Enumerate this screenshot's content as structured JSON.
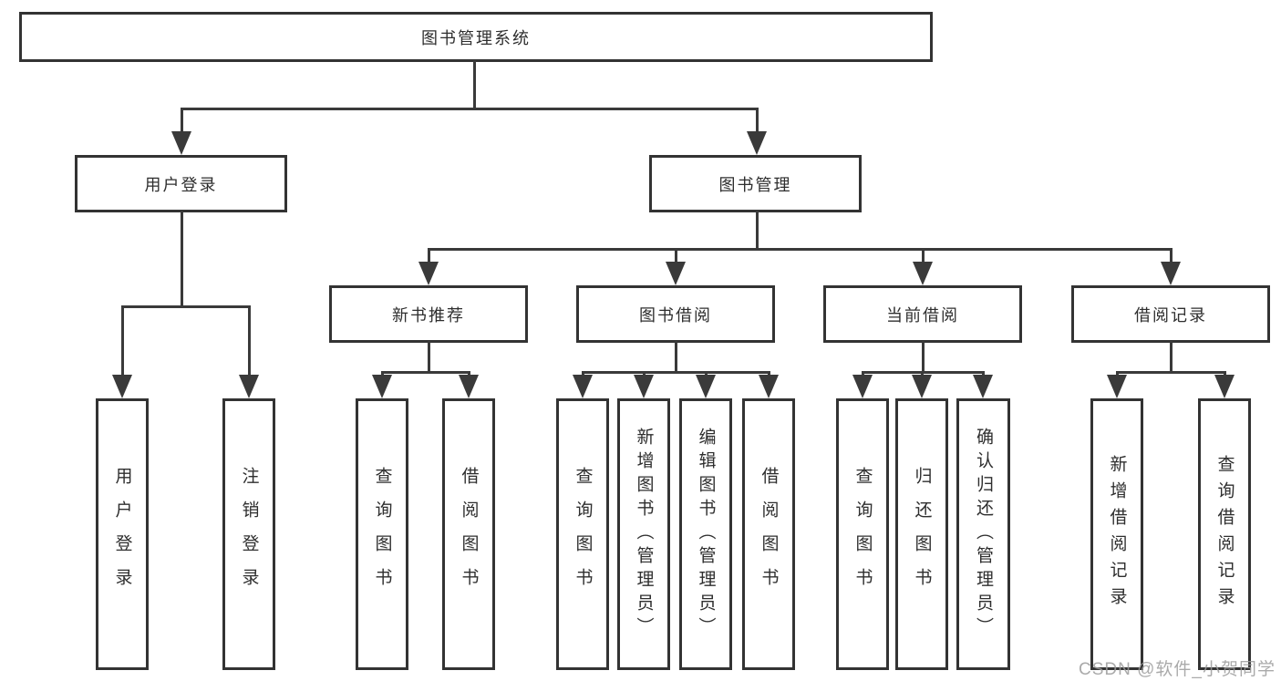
{
  "tree": {
    "root": {
      "label": "图书管理系统"
    },
    "user_login": {
      "label": "用户登录",
      "children": [
        {
          "label": "用户登录"
        },
        {
          "label": "注销登录"
        }
      ]
    },
    "book_management": {
      "label": "图书管理",
      "groups": [
        {
          "label": "新书推荐",
          "children": [
            {
              "label": "查询图书"
            },
            {
              "label": "借阅图书"
            }
          ]
        },
        {
          "label": "图书借阅",
          "children": [
            {
              "label": "查询图书"
            },
            {
              "label": "新增图书（管理员）"
            },
            {
              "label": "编辑图书（管理员）"
            },
            {
              "label": "借阅图书"
            }
          ]
        },
        {
          "label": "当前借阅",
          "children": [
            {
              "label": "查询图书"
            },
            {
              "label": "归还图书"
            },
            {
              "label": "确认归还（管理员）"
            }
          ]
        },
        {
          "label": "借阅记录",
          "children": [
            {
              "label": "新增借阅记录"
            },
            {
              "label": "查询借阅记录"
            }
          ]
        }
      ]
    }
  },
  "watermark": "CSDN @软件_小贺同学"
}
